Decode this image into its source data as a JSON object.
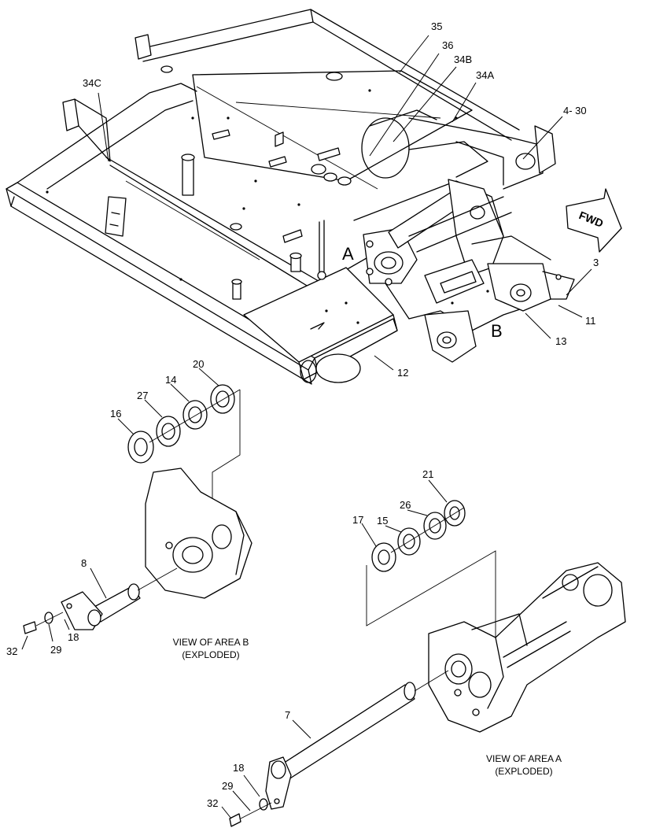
{
  "callouts": {
    "c35": "35",
    "c36": "36",
    "c34B": "34B",
    "c34A": "34A",
    "c34C": "34C",
    "c4_30": "4- 30",
    "c3": "3",
    "c11": "11",
    "c13": "13",
    "c12": "12",
    "c20": "20",
    "c27": "27",
    "c14": "14",
    "c16": "16",
    "c21": "21",
    "c26": "26",
    "c15": "15",
    "c17": "17",
    "c8": "8",
    "c18a": "18",
    "c29a": "29",
    "c32a": "32",
    "c7": "7",
    "c18b": "18",
    "c29b": "29",
    "c32b": "32"
  },
  "area_labels": {
    "a": "A",
    "b": "B"
  },
  "forward_arrow": "FWD",
  "captions": {
    "view_b_line1": "VIEW OF AREA B",
    "view_b_line2": "(EXPLODED)",
    "view_a_line1": "VIEW OF AREA A",
    "view_a_line2": "(EXPLODED)"
  }
}
